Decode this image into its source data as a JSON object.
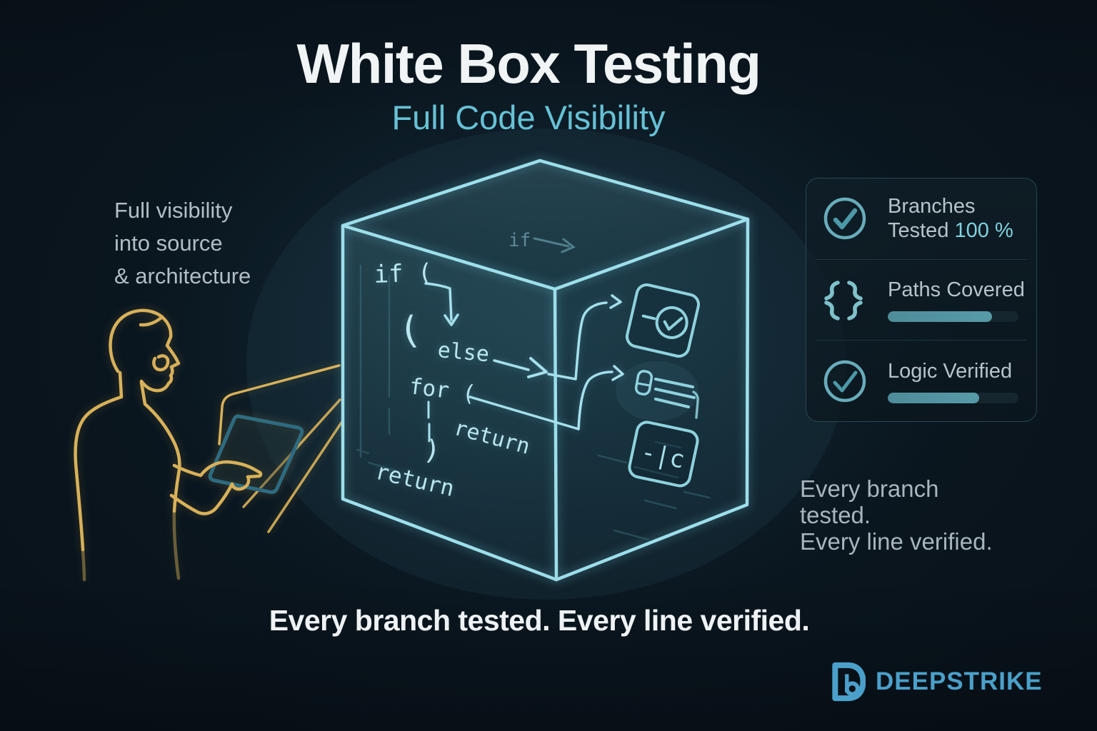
{
  "header": {
    "title": "White Box Testing",
    "subtitle": "Full Code Visibility"
  },
  "left_note": {
    "line1": "Full visibility",
    "line2": "into source",
    "line3": "& architecture"
  },
  "cube": {
    "top_code": "if",
    "code_if": "if (",
    "code_paren_open": "(",
    "code_else": "else",
    "code_for": "for (",
    "code_return_mid": "return",
    "code_paren_close": ")",
    "code_return_bottom": "return",
    "badge_text": "-|c"
  },
  "panel": {
    "row1": {
      "label_line1": "Branches",
      "label_line2": "Tested",
      "value": "100 %"
    },
    "row2": {
      "label": "Paths Covered",
      "progress_width": "80%"
    },
    "row3": {
      "label": "Logic Verified",
      "progress_width": "70%"
    }
  },
  "right_note": {
    "line1": "Every branch",
    "line2": "tested.",
    "line3": "Every line verified."
  },
  "tagline": "Every branch tested. Every line verified.",
  "brand": {
    "name": "DEEPSTRIKE"
  },
  "colors": {
    "background": "#081119",
    "title": "#f0f4f5",
    "accent_cyan": "#66c1d5",
    "cube_edge": "#9ddfeb",
    "person_gold": "#d8b159",
    "brand_blue": "#4aa0ca",
    "progress_fill": "#4f8c9a"
  }
}
